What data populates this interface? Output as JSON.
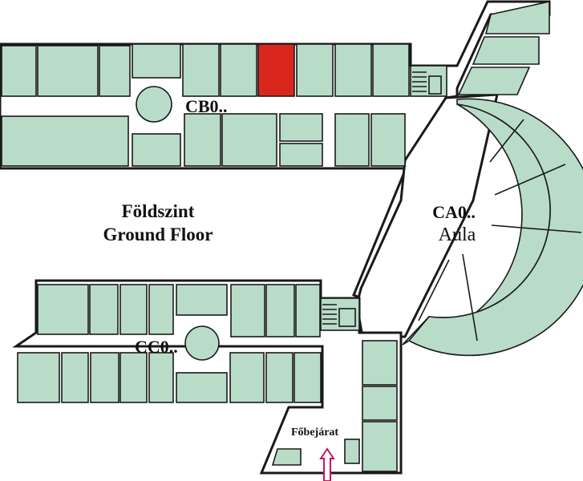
{
  "map": {
    "title_hu": "Földszint",
    "title_en": "Ground Floor",
    "wings": {
      "cb": "CB0..",
      "ca": "CA0..",
      "ca_sub": "Aula",
      "cc": "CC0.."
    },
    "entrance": "Főbejárat"
  },
  "colors": {
    "room": "#b9dcc8",
    "highlight": "#d9261c",
    "outline": "#1a1a1a",
    "entrance_arrow": "#c2185b"
  }
}
